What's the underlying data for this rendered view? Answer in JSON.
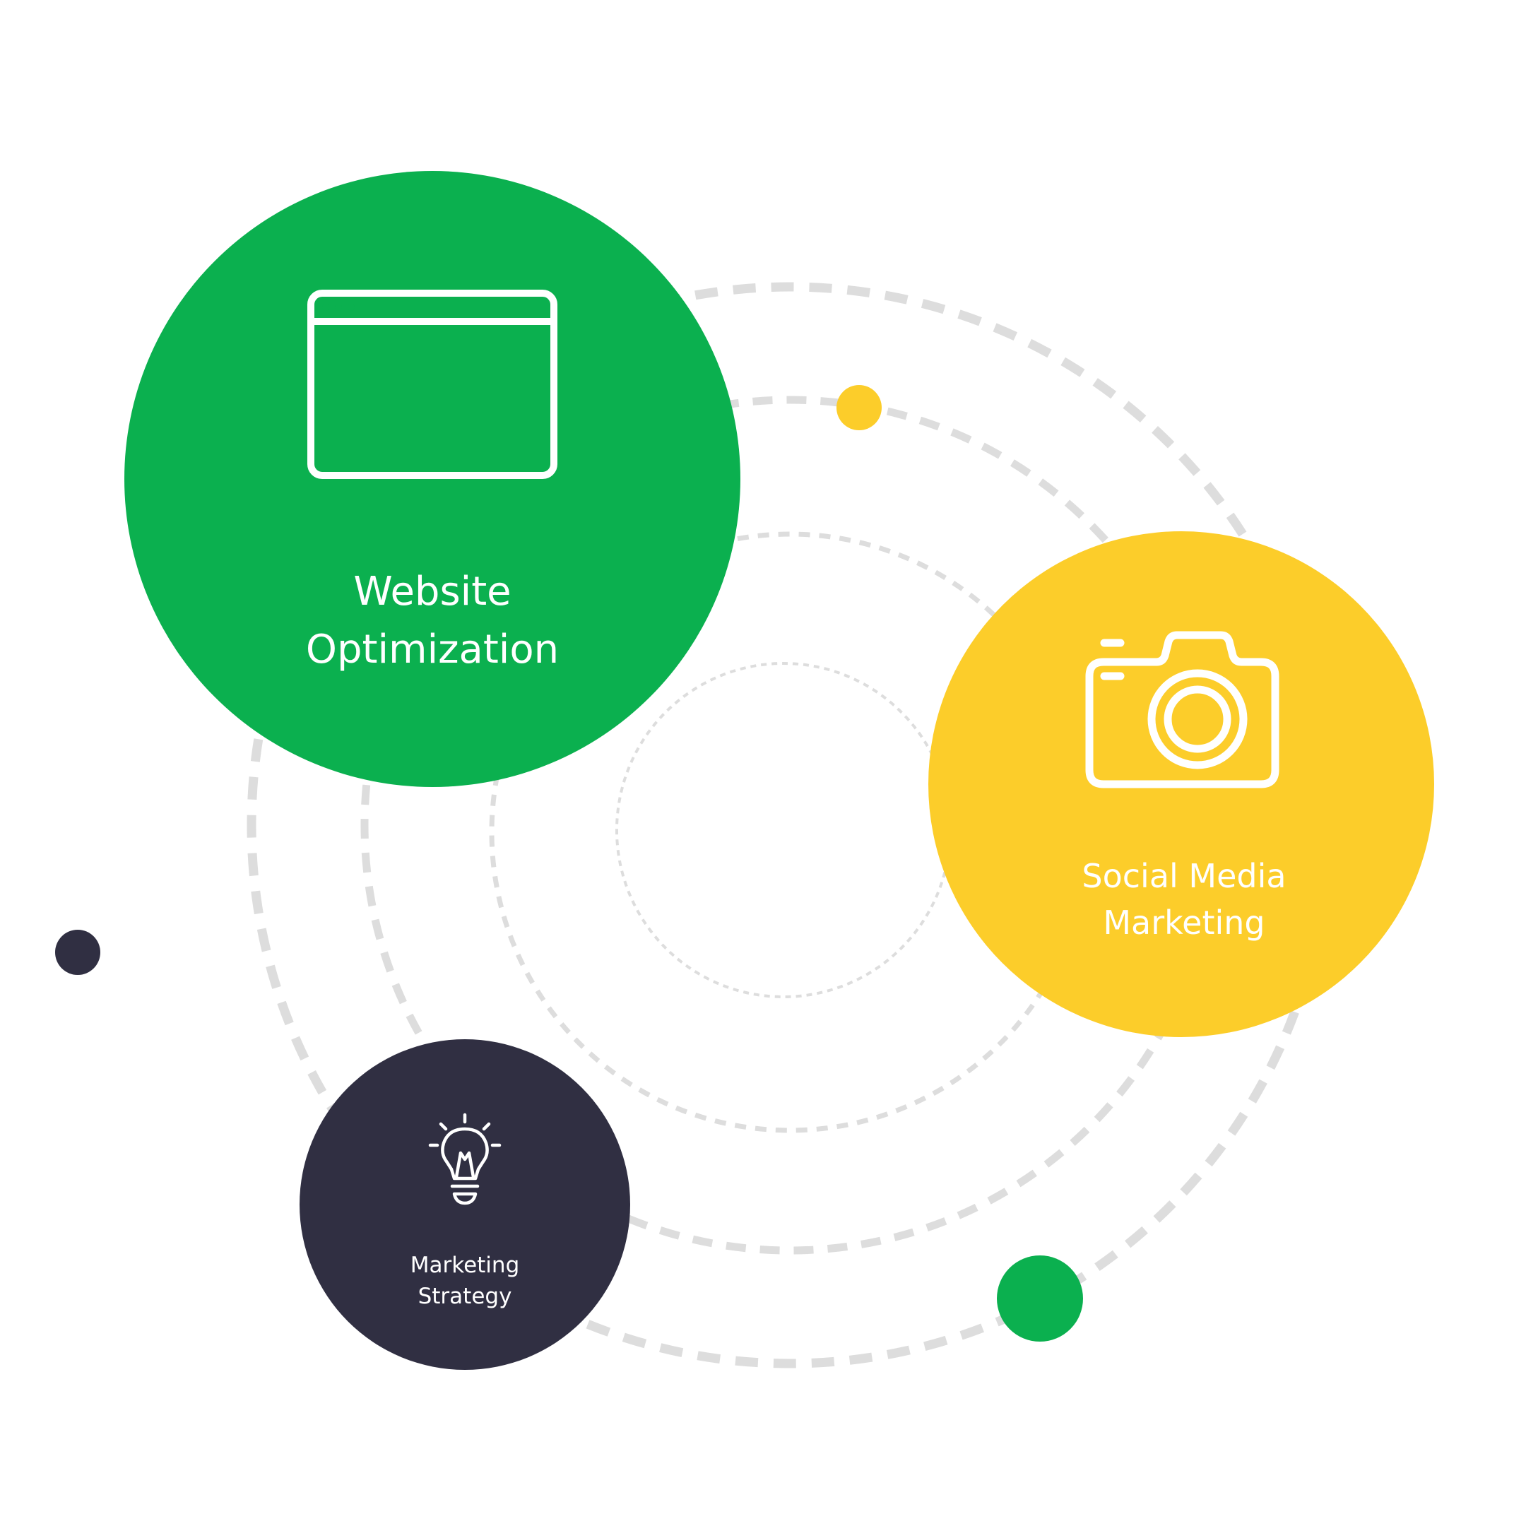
{
  "colors": {
    "background": "#ffffff",
    "ring": "#dddddd",
    "green": "#0bb04f",
    "yellow": "#fccd2a",
    "navy": "#302f42",
    "icon_stroke": "#ffffff"
  },
  "nodes": {
    "website_optimization": {
      "label_line1": "Website",
      "label_line2": "Optimization",
      "icon": "browser-window-icon"
    },
    "social_media_marketing": {
      "label_line1": "Social Media",
      "label_line2": "Marketing",
      "icon": "camera-icon"
    },
    "marketing_strategy": {
      "label_line1": "Marketing",
      "label_line2": "Strategy",
      "icon": "lightbulb-icon"
    }
  },
  "decorations": {
    "dots": [
      "yellow",
      "navy",
      "green"
    ]
  }
}
